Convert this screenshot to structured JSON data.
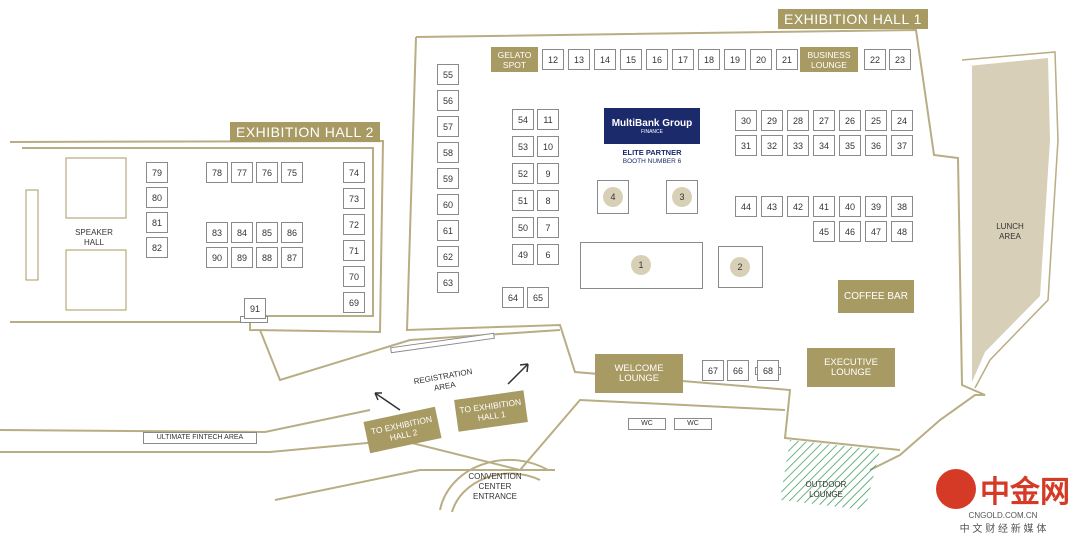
{
  "halls": {
    "hall1": "EXHIBITION HALL 1",
    "hall2": "EXHIBITION HALL 2"
  },
  "features": {
    "gelato": "GELATO SPOT",
    "business": "BUSINESS LOUNGE",
    "coffee": "COFFEE BAR",
    "welcome": "WELCOME LOUNGE",
    "executive": "EXECUTIVE LOUNGE",
    "lunch": "LUNCH AREA",
    "outdoor": "OUTDOOR LOUNGE",
    "speaker": "SPEAKER HALL",
    "registration": "REGISTRATION AREA",
    "to_hall2": "TO EXHIBITION HALL 2",
    "to_hall1": "TO EXHIBITION HALL 1",
    "entrance": "CONVENTION CENTER ENTRANCE",
    "fintech": "ULTIMATE FINTECH AREA",
    "wc": "WC"
  },
  "partner": {
    "logo": "MultiBank Group",
    "logo_sub": "FINANCE",
    "title": "ELITE PARTNER",
    "booth": "BOOTH NUMBER 6"
  },
  "booths": {
    "top_row": [
      "12",
      "13",
      "14",
      "15",
      "16",
      "17",
      "18",
      "19",
      "20",
      "21"
    ],
    "top_right": [
      "22",
      "23"
    ],
    "col55": [
      "55",
      "56",
      "57",
      "58",
      "59",
      "60",
      "61",
      "62",
      "63"
    ],
    "col_left": [
      "54",
      "53",
      "52",
      "51",
      "50",
      "49"
    ],
    "col_right": [
      "11",
      "10",
      "9",
      "8",
      "7",
      "6"
    ],
    "block30_top": [
      "30",
      "29",
      "28",
      "27",
      "26",
      "25",
      "24"
    ],
    "block30_bot": [
      "31",
      "32",
      "33",
      "34",
      "35",
      "36",
      "37"
    ],
    "row44": [
      "44",
      "43",
      "42",
      "41",
      "40",
      "39",
      "38"
    ],
    "row45": [
      "45",
      "46",
      "47",
      "48"
    ],
    "pair64": [
      "64",
      "65"
    ],
    "pair67": [
      "67",
      "66"
    ],
    "single68": "68",
    "rounds": {
      "b1": "1",
      "b2": "2",
      "b3": "3",
      "b4": "4"
    },
    "h2_col_left": [
      "79",
      "80",
      "81",
      "82"
    ],
    "h2_row78": [
      "78",
      "77",
      "76",
      "75"
    ],
    "h2_row83": [
      "83",
      "84",
      "85",
      "86"
    ],
    "h2_row90": [
      "90",
      "89",
      "88",
      "87"
    ],
    "h2_col_right": [
      "74",
      "73",
      "72",
      "71",
      "70",
      "69"
    ],
    "single91": "91"
  },
  "watermark": {
    "brand": "中金网",
    "site": "CNGOLD.COM.CN",
    "tagline": "中 文 财 经 新 媒 体"
  },
  "colors": {
    "gold": "#a89a63",
    "line": "#b9ad84",
    "lunch": "#d7cfb7",
    "outdoor": "#3a9a5a",
    "watermark": "#d53a26"
  }
}
